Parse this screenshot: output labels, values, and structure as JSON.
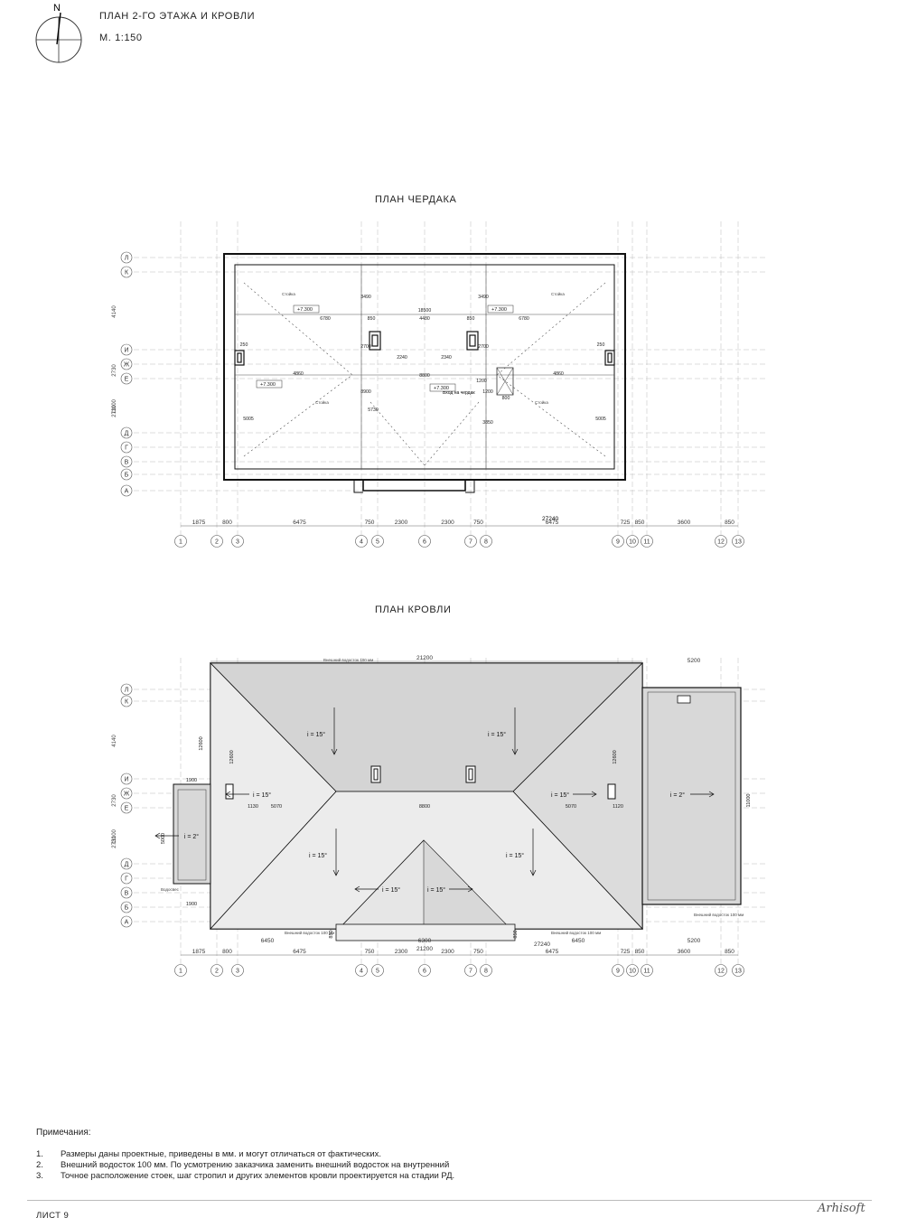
{
  "header": {
    "title": "ПЛАН 2-ГО ЭТАЖА И КРОВЛИ",
    "scale": "М. 1:150",
    "north_label": "N"
  },
  "attic_plan": {
    "title": "ПЛАН ЧЕРДАКА",
    "level": "+7.300",
    "hatch_label": "Вход на чердак",
    "room_label": "Стойка",
    "axis_rows": [
      "Л",
      "К",
      "И",
      "Ж",
      "Е",
      "Д",
      "Г",
      "В",
      "Б",
      "А"
    ],
    "axis_cols": [
      "1",
      "2",
      "3",
      "4",
      "5",
      "6",
      "7",
      "8",
      "9",
      "10",
      "11",
      "12",
      "13"
    ],
    "dims_bottom": [
      "1875",
      "800",
      "6475",
      "750",
      "2300",
      "2300",
      "750",
      "6475",
      "725",
      "850",
      "3600",
      "850"
    ],
    "dim_total": "27240",
    "dims_inner": [
      "18500",
      "6780",
      "850",
      "4480",
      "850",
      "6780",
      "2240",
      "2340",
      "8800",
      "4860",
      "4860",
      "8900",
      "5005",
      "5005",
      "3490",
      "3490",
      "2700",
      "2700",
      "5730",
      "3850",
      "1200",
      "800",
      "1200",
      "250",
      "250"
    ],
    "left_dims": [
      "4140",
      "2730",
      "11100",
      "2730"
    ]
  },
  "roof_plan": {
    "title": "ПЛАН КРОВЛИ",
    "slopes": [
      "i = 15°",
      "i = 15°",
      "i = 15°",
      "i = 15°",
      "i = 15°",
      "i = 15°",
      "i = 15°",
      "i = 15°",
      "i = 2°",
      "i = 2°"
    ],
    "dims_top": [
      "21200",
      "5200"
    ],
    "dims_bottom_row1": [
      "6450",
      "6300",
      "6450",
      "5200",
      "27240",
      "21200"
    ],
    "dims_inner": [
      "12600",
      "12600",
      "5070",
      "8800",
      "5070",
      "1120",
      "1130",
      "12600",
      "11000",
      "5000",
      "1900",
      "1900",
      "850",
      "850"
    ],
    "gutter_label": "Внешний водосток 100 мм",
    "gutter_label_short": "Водосвес"
  },
  "notes": {
    "heading": "Примечания:",
    "items": [
      {
        "num": "1.",
        "text": "Размеры даны проектные, приведены в мм. и могут отличаться от фактических."
      },
      {
        "num": "2.",
        "text": "Внешний водосток 100 мм. По усмотрению заказчика заменить внешний водосток на внутренний"
      },
      {
        "num": "3.",
        "text": "Точное расположение стоек, шаг стропил и других элементов кровли проектируется на стадии РД."
      }
    ]
  },
  "footer": {
    "sheet": "ЛИСТ 9",
    "signature": "Arhisoft"
  }
}
